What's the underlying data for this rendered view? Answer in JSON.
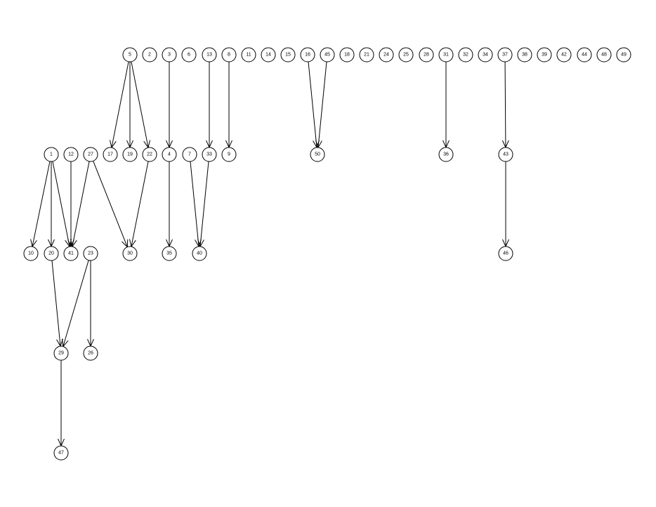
{
  "graph": {
    "nodes": [
      "5",
      "2",
      "3",
      "6",
      "13",
      "8",
      "11",
      "14",
      "15",
      "16",
      "45",
      "18",
      "21",
      "24",
      "25",
      "28",
      "31",
      "32",
      "34",
      "37",
      "38",
      "39",
      "42",
      "44",
      "48",
      "49",
      "1",
      "12",
      "27",
      "17",
      "19",
      "22",
      "4",
      "7",
      "33",
      "9",
      "50",
      "36",
      "43",
      "10",
      "20",
      "41",
      "23",
      "30",
      "35",
      "40",
      "46",
      "29",
      "26",
      "47"
    ],
    "edges": [
      [
        "5",
        "17"
      ],
      [
        "5",
        "19"
      ],
      [
        "5",
        "22"
      ],
      [
        "3",
        "4"
      ],
      [
        "13",
        "33"
      ],
      [
        "8",
        "9"
      ],
      [
        "16",
        "50"
      ],
      [
        "45",
        "50"
      ],
      [
        "31",
        "36"
      ],
      [
        "37",
        "43"
      ],
      [
        "1",
        "10"
      ],
      [
        "1",
        "20"
      ],
      [
        "1",
        "41"
      ],
      [
        "12",
        "41"
      ],
      [
        "27",
        "41"
      ],
      [
        "27",
        "30"
      ],
      [
        "22",
        "30"
      ],
      [
        "4",
        "35"
      ],
      [
        "7",
        "40"
      ],
      [
        "33",
        "40"
      ],
      [
        "43",
        "46"
      ],
      [
        "20",
        "29"
      ],
      [
        "23",
        "29"
      ],
      [
        "23",
        "26"
      ],
      [
        "29",
        "47"
      ]
    ]
  }
}
